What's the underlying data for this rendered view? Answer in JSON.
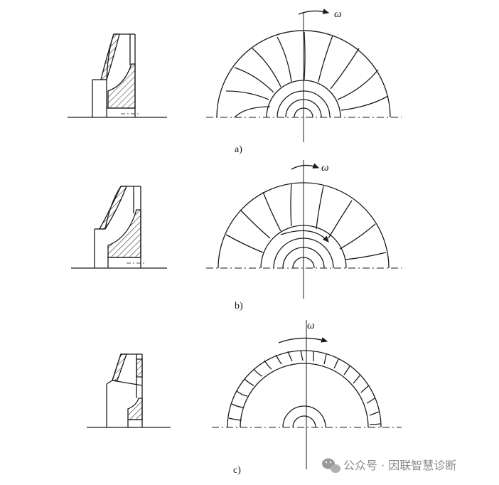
{
  "figures": [
    {
      "id": "a",
      "caption": "a)",
      "omega_label": "ω"
    },
    {
      "id": "b",
      "caption": "b)",
      "omega_label": "ω"
    },
    {
      "id": "c",
      "caption": "c)",
      "omega_label": "ω"
    }
  ],
  "watermark": {
    "text": "公众号 · 因联智慧诊断",
    "icon": "wechat-icon"
  },
  "colors": {
    "line": "#1a1a1a",
    "watermark": "#8a8a8a"
  }
}
